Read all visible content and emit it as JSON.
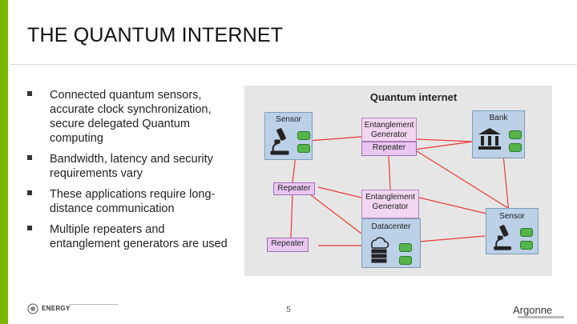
{
  "slide": {
    "title": "THE QUANTUM INTERNET",
    "accent_color": "#7ab800",
    "page_number": "5"
  },
  "bullets": [
    "Connected quantum sensors, accurate clock synchronization, secure delegated Quantum computing",
    "Bandwidth, latency and security requirements vary",
    "These applications require long-distance communication",
    "Multiple repeaters and entanglement generators are used"
  ],
  "diagram": {
    "title": "Quantum internet",
    "link_color": "#e83a3a",
    "nodes": {
      "sensor_top": "Sensor",
      "bank": "Bank",
      "gen_top": "Entanglement Generator",
      "repeater_top": "Repeater",
      "repeater_mid": "Repeater",
      "gen_mid": "Entanglement Generator",
      "datacenter": "Datacenter",
      "repeater_bottom": "Repeater",
      "sensor_right": "Sensor"
    },
    "icons": [
      "microscope-icon",
      "bank-icon",
      "cloud-server-icon",
      "microscope-icon"
    ]
  },
  "footer": {
    "doe": "ENERGY",
    "argonne": "Argonne"
  }
}
